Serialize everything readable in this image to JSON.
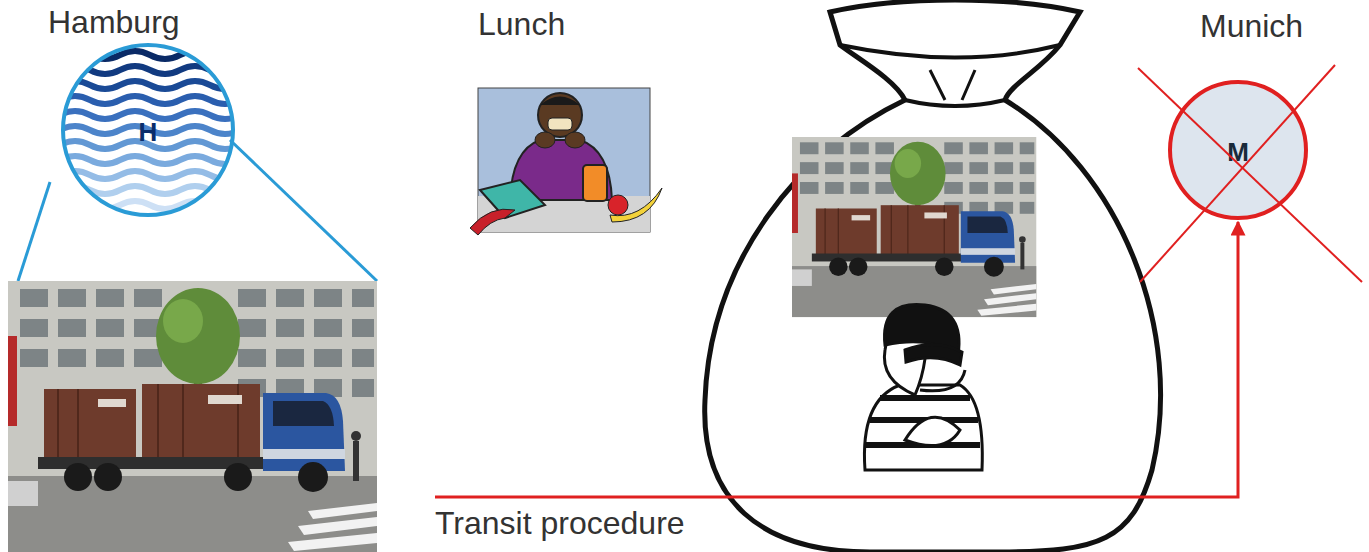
{
  "diagram": {
    "nodes": [
      {
        "text": [
          "Hamburg",
          "H"
        ]
      },
      {
        "text": [
          "Munich",
          "M"
        ]
      }
    ],
    "edges": [
      {
        "from": 0,
        "to": 1,
        "label": "Transit procedure",
        "arrow": "to"
      }
    ],
    "labels": [
      "Lunch"
    ]
  }
}
